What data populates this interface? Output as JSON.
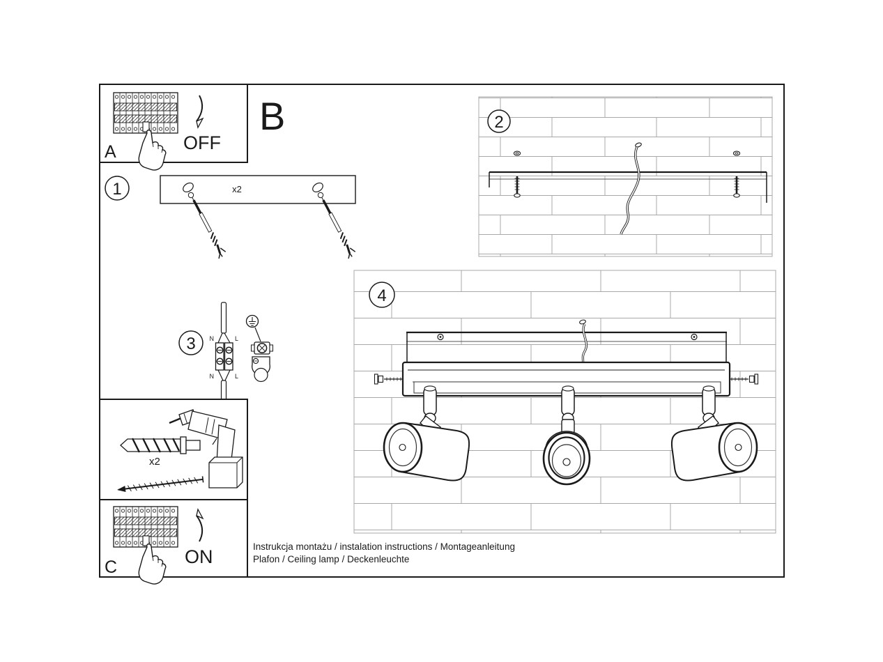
{
  "document_type": "installation-instruction-sheet",
  "panels": {
    "a": {
      "label": "A",
      "action": "OFF"
    },
    "b": {
      "label": "B"
    },
    "c": {
      "label": "C",
      "action": "ON"
    }
  },
  "steps": {
    "s1": {
      "number": "1",
      "quantity": "x2"
    },
    "s2": {
      "number": "2"
    },
    "s3": {
      "number": "3",
      "n_top": "N",
      "l_top": "L",
      "n_bottom": "N",
      "l_bottom": "L"
    },
    "s4": {
      "number": "4"
    }
  },
  "hardware": {
    "quantity": "x2"
  },
  "footer": {
    "line1": "Instrukcja montażu / instalation instructions / Montageanleitung",
    "line2": "Plafon / Ceiling lamp / Deckenleuchte"
  },
  "colors": {
    "line": "#1a1a1a",
    "brick_line": "#a8a8a8",
    "background": "#ffffff"
  }
}
